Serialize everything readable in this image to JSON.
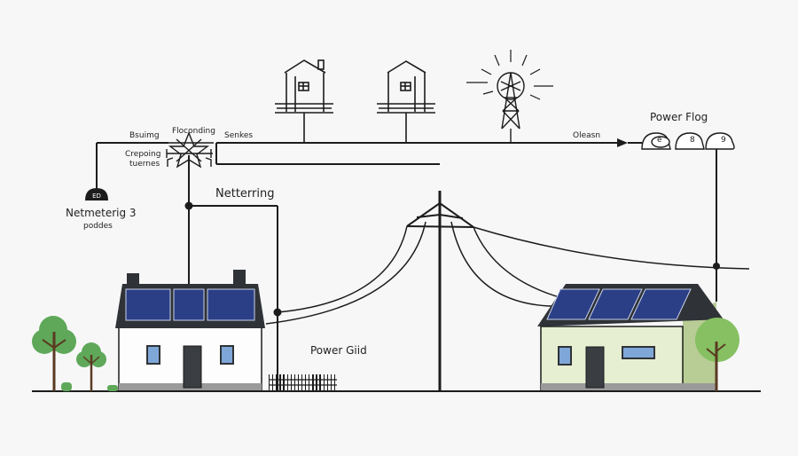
{
  "colors": {
    "line": "#1c1c1c",
    "panel": "#2b3f86",
    "panel_grid": "#b9c4e4",
    "roof": "#2f3236",
    "house_left_wall": "#fdfdfd",
    "house_right_wall": "#e6efd2",
    "house_right_side": "#b8cc96",
    "window": "#7ea7d8",
    "door": "#3a3d42",
    "tree_green": "#5fa85a",
    "tree_light": "#86c062",
    "trunk": "#5a3a22",
    "foundation": "#9a9a9a"
  },
  "labels": {
    "bsuimg": "Bsuimg",
    "floconding": "Floconding",
    "senkes": "Senkes",
    "crepoing": "Crepoing",
    "tuernes": "tuernes",
    "netmeterig": "Netmeterig 3",
    "poddes": "poddes",
    "netterring": "Netterring",
    "power_grid": "Power Giid",
    "oleasn": "Oleasn",
    "power_flog": "Power Flog"
  },
  "meter_icons": [
    "e",
    "8",
    "9"
  ],
  "meter_device_glyph": "ED"
}
